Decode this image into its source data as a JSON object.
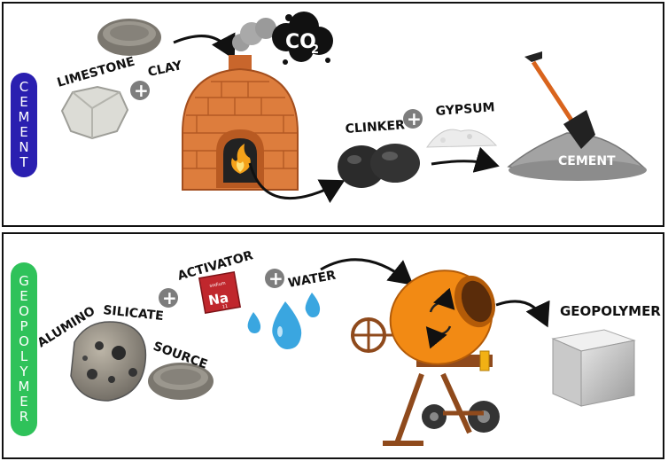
{
  "cement": {
    "section_label": "CEMENT",
    "limestone": "LIMESTONE",
    "clay": "CLAY",
    "co2": "CO",
    "co2_sub": "2",
    "clinker": "CLINKER",
    "gypsum": "GYPSUM",
    "product": "CEMENT"
  },
  "geopolymer": {
    "section_label": "GEOPOLYMER",
    "alumino": "ALUMINO",
    "silicate": "SILICATE",
    "source": "SOURCE",
    "activator": "ACTIVATOR",
    "na_symbol": "Na",
    "na_name": "sodium",
    "na_number": "11",
    "water": "WATER",
    "product": "GEOPOLYMER"
  },
  "symbols": {
    "plus": "+"
  },
  "colors": {
    "cement_pill": "#2a1fb0",
    "geopolymer_pill": "#2fc25a",
    "kiln": "#d9783a",
    "mixer": "#f28a14",
    "water": "#3aa6e0",
    "activator": "#c0272d"
  }
}
